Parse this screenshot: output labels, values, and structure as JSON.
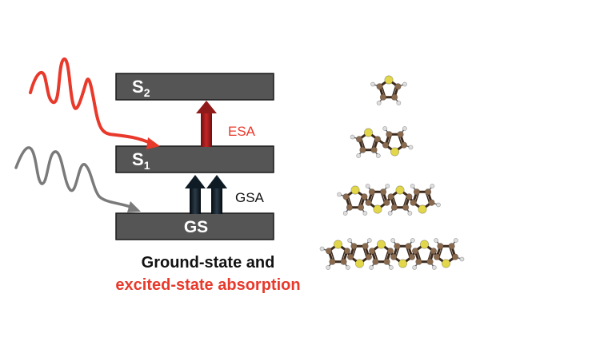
{
  "levels": {
    "s2": {
      "main": "S",
      "sub": "2"
    },
    "s1": {
      "main": "S",
      "sub": "1"
    },
    "gs": {
      "main": "GS"
    }
  },
  "transitions": {
    "esa": "ESA",
    "gsa": "GSA"
  },
  "caption": {
    "line1": "Ground-state and",
    "line2": "excited-state absorption"
  },
  "colors": {
    "level_bar": "#555555",
    "red": "#e8392b",
    "gray_wave": "#7a7a7a",
    "esa_arrow": "#a31d1d",
    "gsa_arrow": "#0f1b24",
    "carbon": "#8a6a4e",
    "sulfur": "#e2d64a",
    "hydrogen": "#dedede"
  },
  "molecules": [
    "thiophene",
    "bithiophene",
    "quaterthiophene",
    "sexithiophene"
  ]
}
